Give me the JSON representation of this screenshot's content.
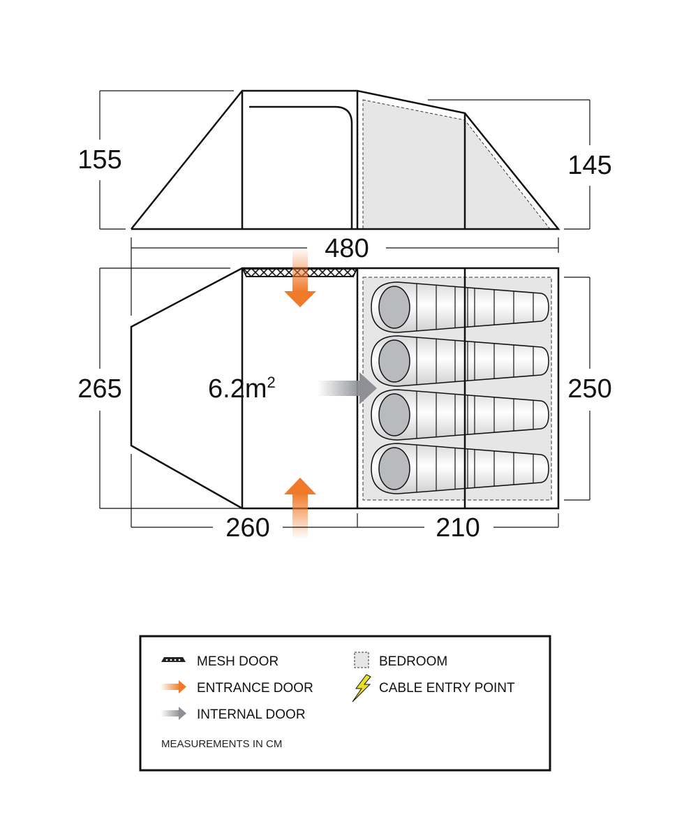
{
  "elevation": {
    "height_left": "155",
    "height_right": "145",
    "total_length": "480"
  },
  "floorplan": {
    "width_left": "265",
    "width_right": "250",
    "living_length": "260",
    "bedroom_length": "210",
    "area": "6.2m",
    "area_sup": "2",
    "sleeping_bags": 4
  },
  "legend": {
    "items": [
      {
        "icon": "mesh-door-icon",
        "label": "MESH DOOR"
      },
      {
        "icon": "orange-arrow-icon",
        "label": "ENTRANCE DOOR"
      },
      {
        "icon": "gray-arrow-icon",
        "label": "INTERNAL DOOR"
      },
      {
        "icon": "dashed-square-icon",
        "label": "BEDROOM"
      },
      {
        "icon": "lightning-icon",
        "label": "CABLE ENTRY POINT"
      }
    ],
    "note": "MEASUREMENTS IN CM"
  },
  "colors": {
    "entrance": "#f07a2a",
    "internal": "#8e9096",
    "bedroom": "#e6e6e6",
    "cable": "#e8e020"
  }
}
